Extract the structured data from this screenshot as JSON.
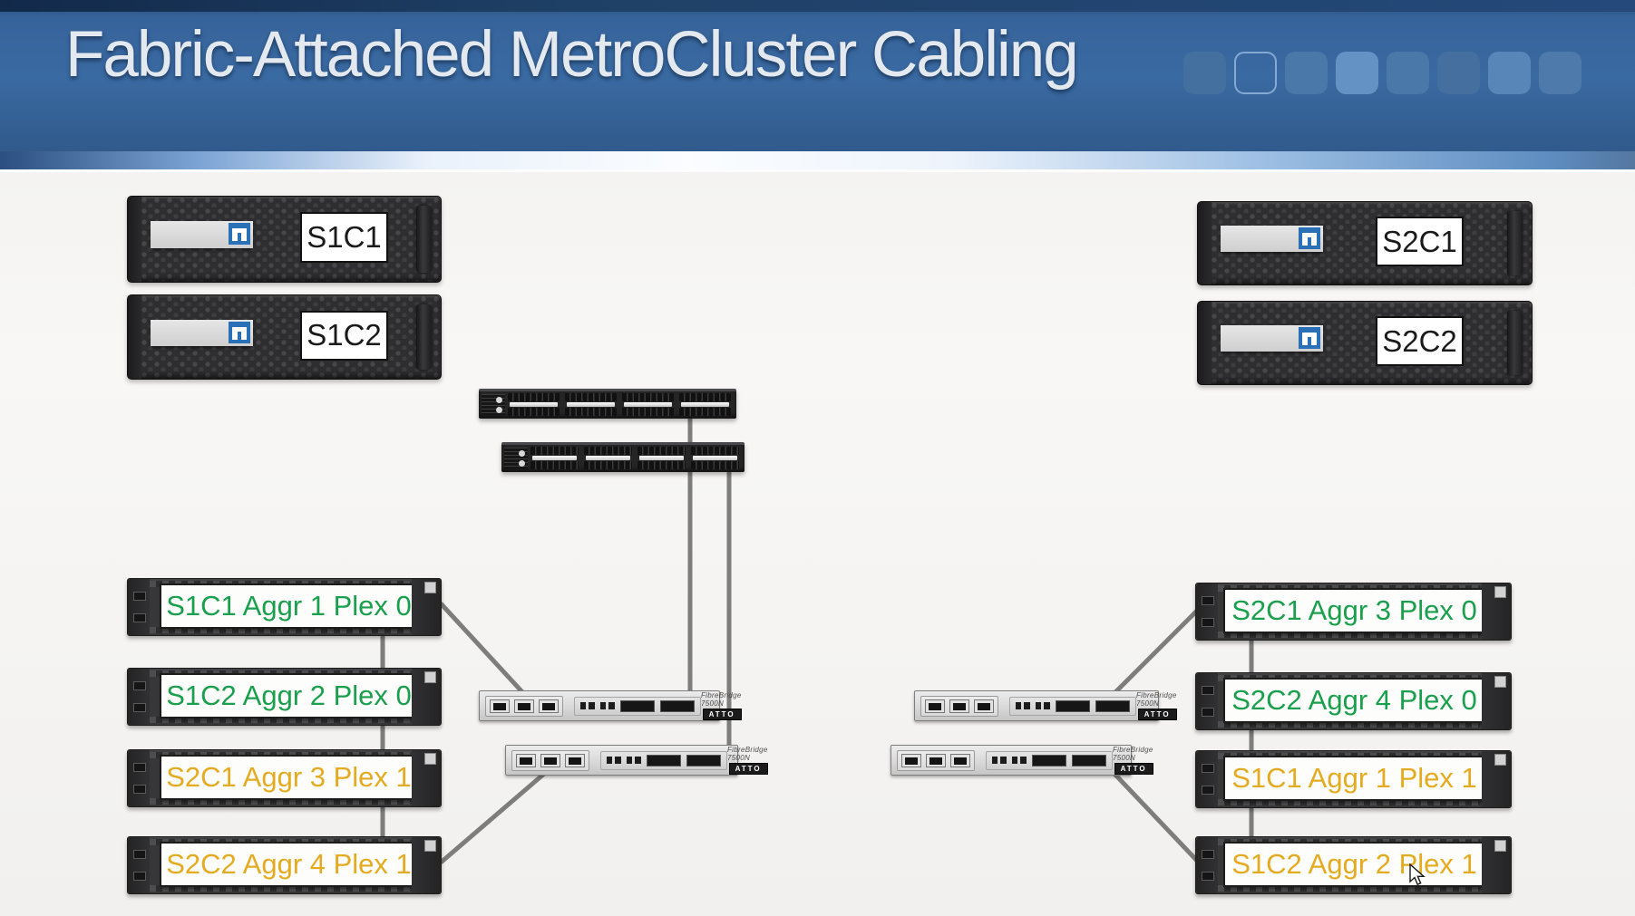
{
  "header": {
    "title": "Fabric-Attached MetroCluster Cabling",
    "decor_squares": [
      {
        "fill": "#43709f",
        "outline": false
      },
      {
        "fill": "transparent",
        "outline": true,
        "border": "#84a9d2"
      },
      {
        "fill": "#4a78a8",
        "outline": false
      },
      {
        "fill": "#6492c4",
        "outline": false
      },
      {
        "fill": "#4a78a8",
        "outline": false
      },
      {
        "fill": "#446f9e",
        "outline": false
      },
      {
        "fill": "#5886b8",
        "outline": false
      },
      {
        "fill": "#4d7aab",
        "outline": false
      }
    ]
  },
  "controllers": {
    "left": [
      {
        "label": "S1C1"
      },
      {
        "label": "S1C2"
      }
    ],
    "right": [
      {
        "label": "S2C1"
      },
      {
        "label": "S2C2"
      }
    ]
  },
  "switches": [
    {
      "name": "fc-switch-fabric-1"
    },
    {
      "name": "fc-switch-fabric-2"
    }
  ],
  "bridge": {
    "model": "FibreBridge 7500N",
    "brand": "ATTO"
  },
  "shelves": {
    "left": [
      {
        "label": "S1C1 Aggr 1 Plex 0",
        "status_color": "#1AA04D"
      },
      {
        "label": "S1C2 Aggr 2 Plex 0",
        "status_color": "#1AA04D"
      },
      {
        "label": "S2C1 Aggr 3 Plex 1",
        "status_color": "#E5AB20"
      },
      {
        "label": "S2C2 Aggr 4 Plex 1",
        "status_color": "#E5AB20"
      }
    ],
    "right": [
      {
        "label": "S2C1 Aggr 3 Plex 0",
        "status_color": "#1AA04D"
      },
      {
        "label": "S2C2 Aggr 4 Plex 0",
        "status_color": "#1AA04D"
      },
      {
        "label": "S1C1 Aggr 1 Plex 1",
        "status_color": "#E5AB20"
      },
      {
        "label": "S1C2 Aggr 2 Plex 1",
        "status_color": "#E5AB20"
      }
    ]
  },
  "colors": {
    "plex0_green": "#1AA04D",
    "plex1_yellow": "#E5AB20",
    "cable_gray": "#7d7d7d",
    "header_blue": "#3a6aa2",
    "netapp_blue": "#2a70b6"
  },
  "icons": {
    "netapp_logo": "netapp-n",
    "pointer": "arrow-cursor"
  }
}
